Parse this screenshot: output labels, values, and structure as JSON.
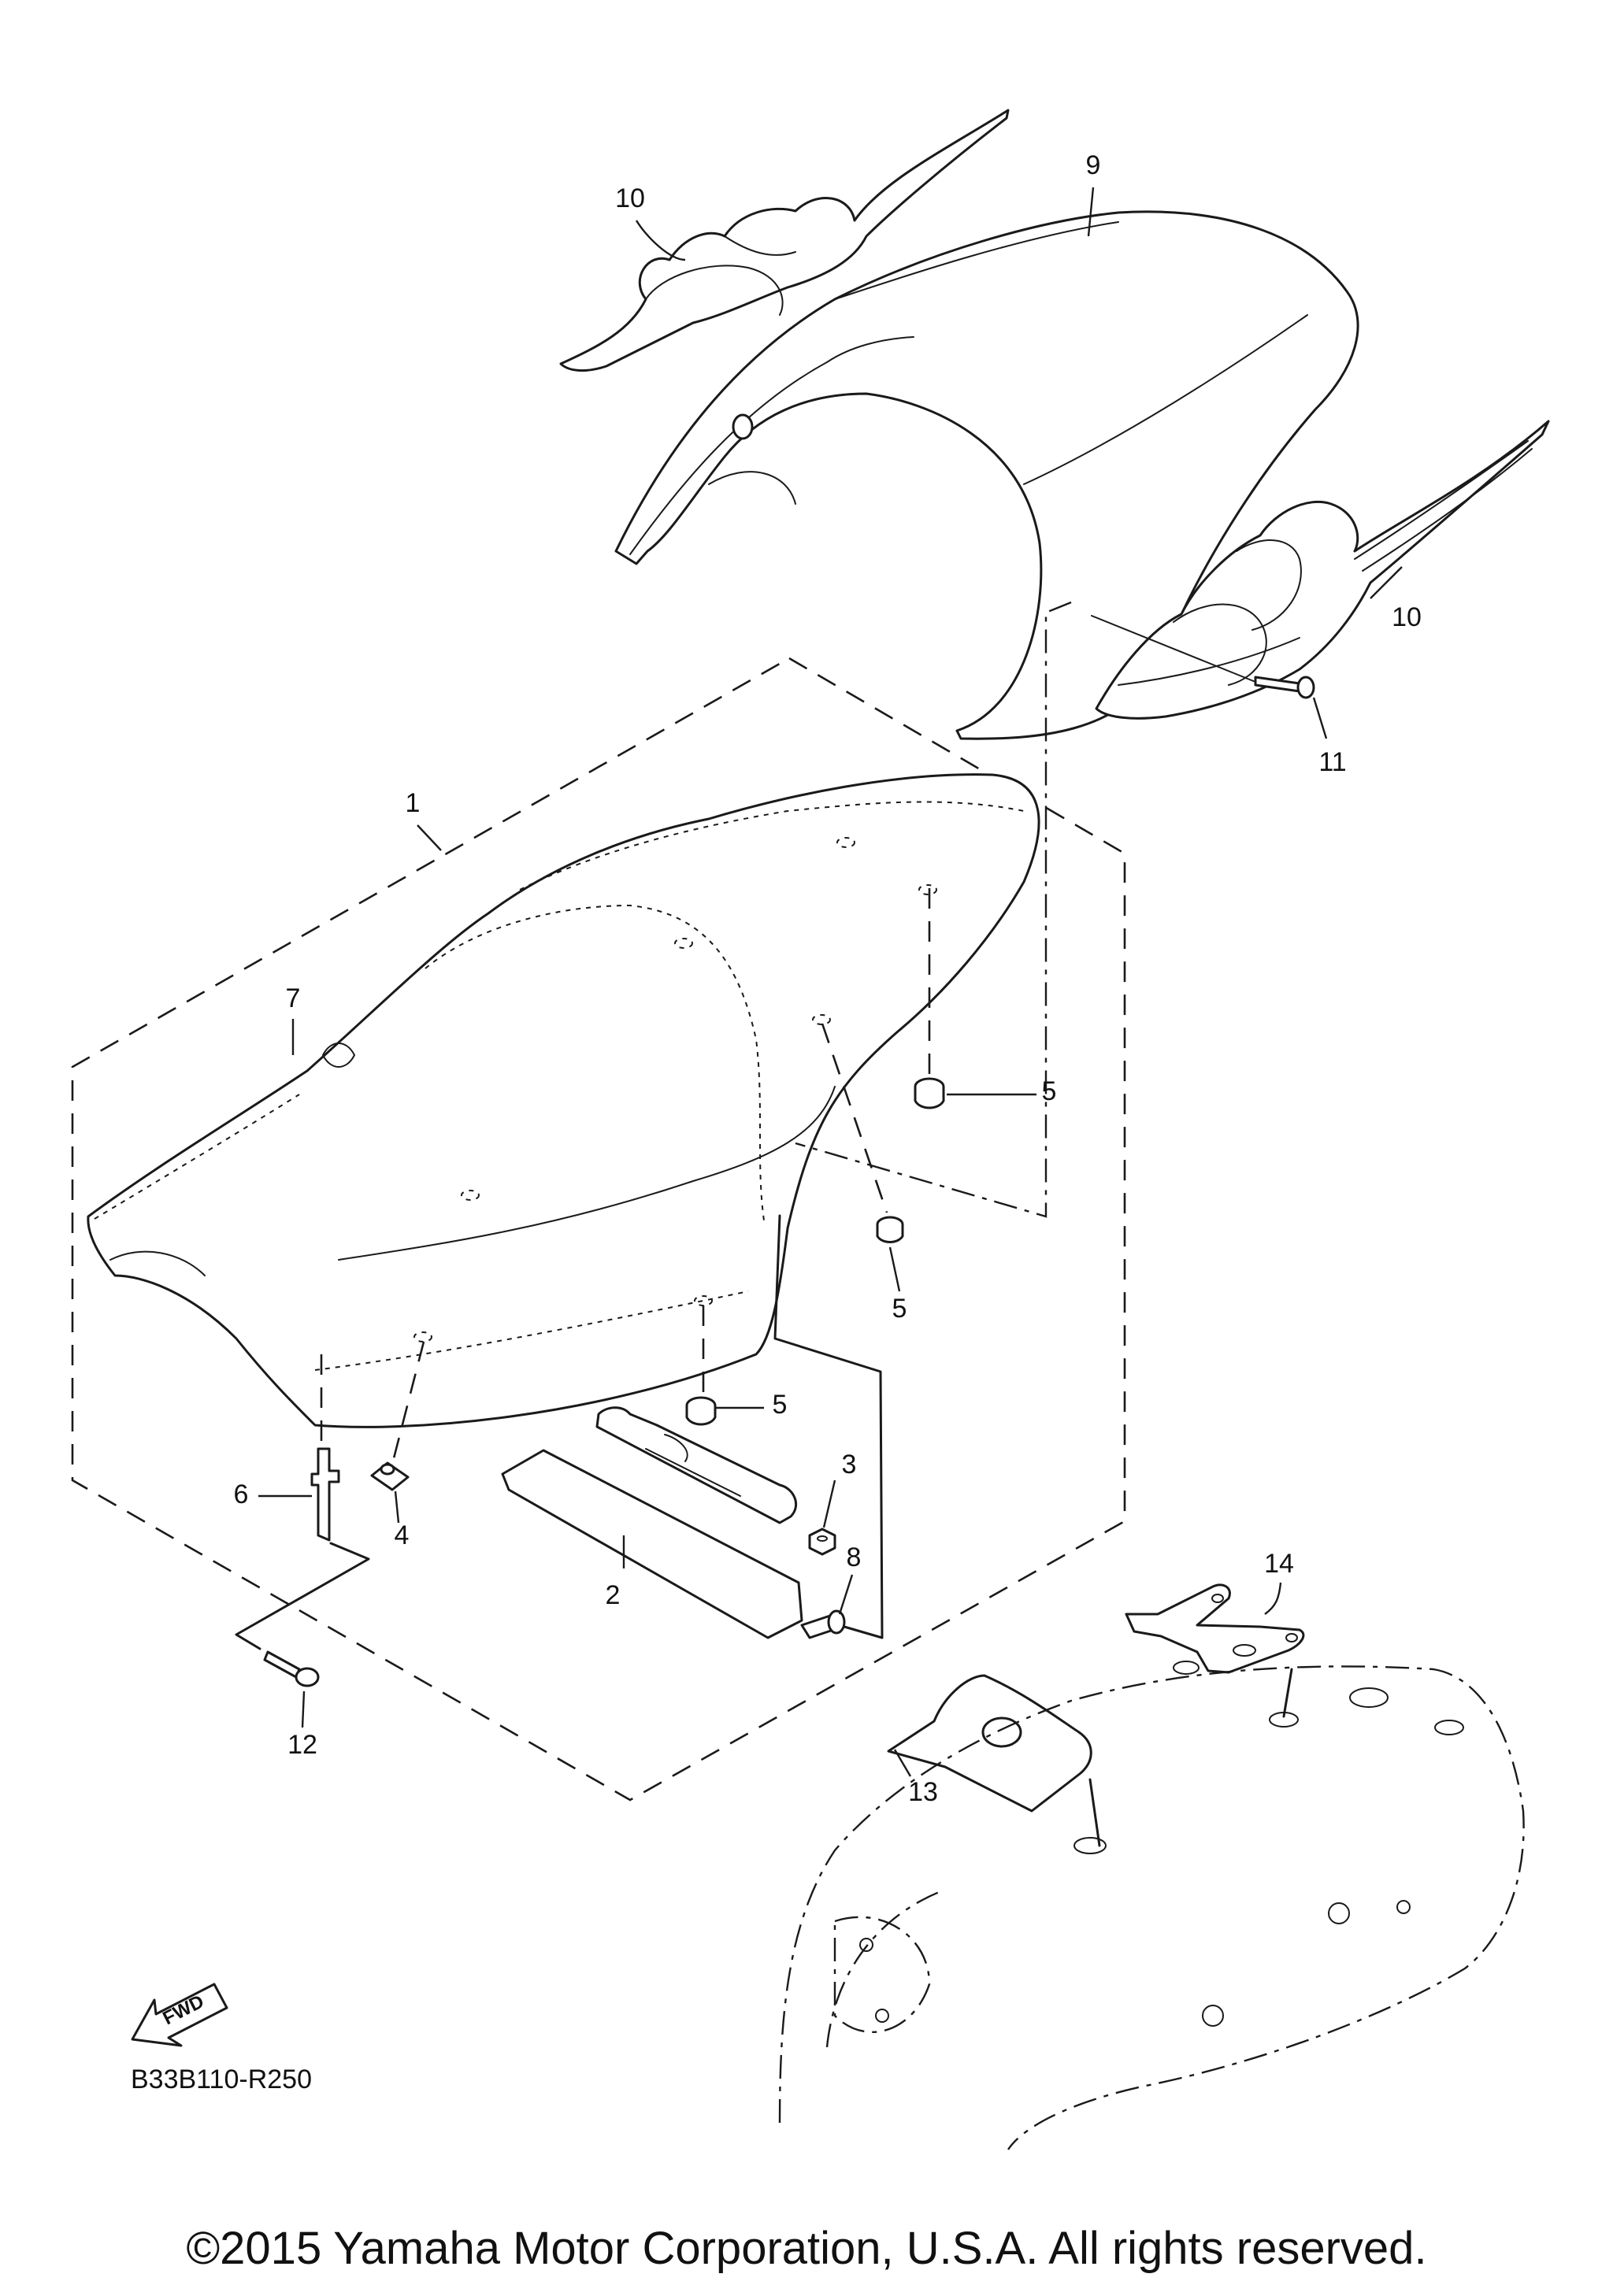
{
  "diagram": {
    "reference_code": "B33B110-R250",
    "fwd_label": "FWD",
    "copyright": "©2015 Yamaha Motor Corporation, U.S.A. All rights reserved.",
    "callouts": {
      "c1": "1",
      "c2": "2",
      "c3": "3",
      "c4": "4",
      "c5a": "5",
      "c5b": "5",
      "c5c": "5",
      "c6": "6",
      "c7": "7",
      "c8": "8",
      "c9": "9",
      "c10a": "10",
      "c10b": "10",
      "c11": "11",
      "c12": "12",
      "c13": "13",
      "c14": "14"
    }
  }
}
